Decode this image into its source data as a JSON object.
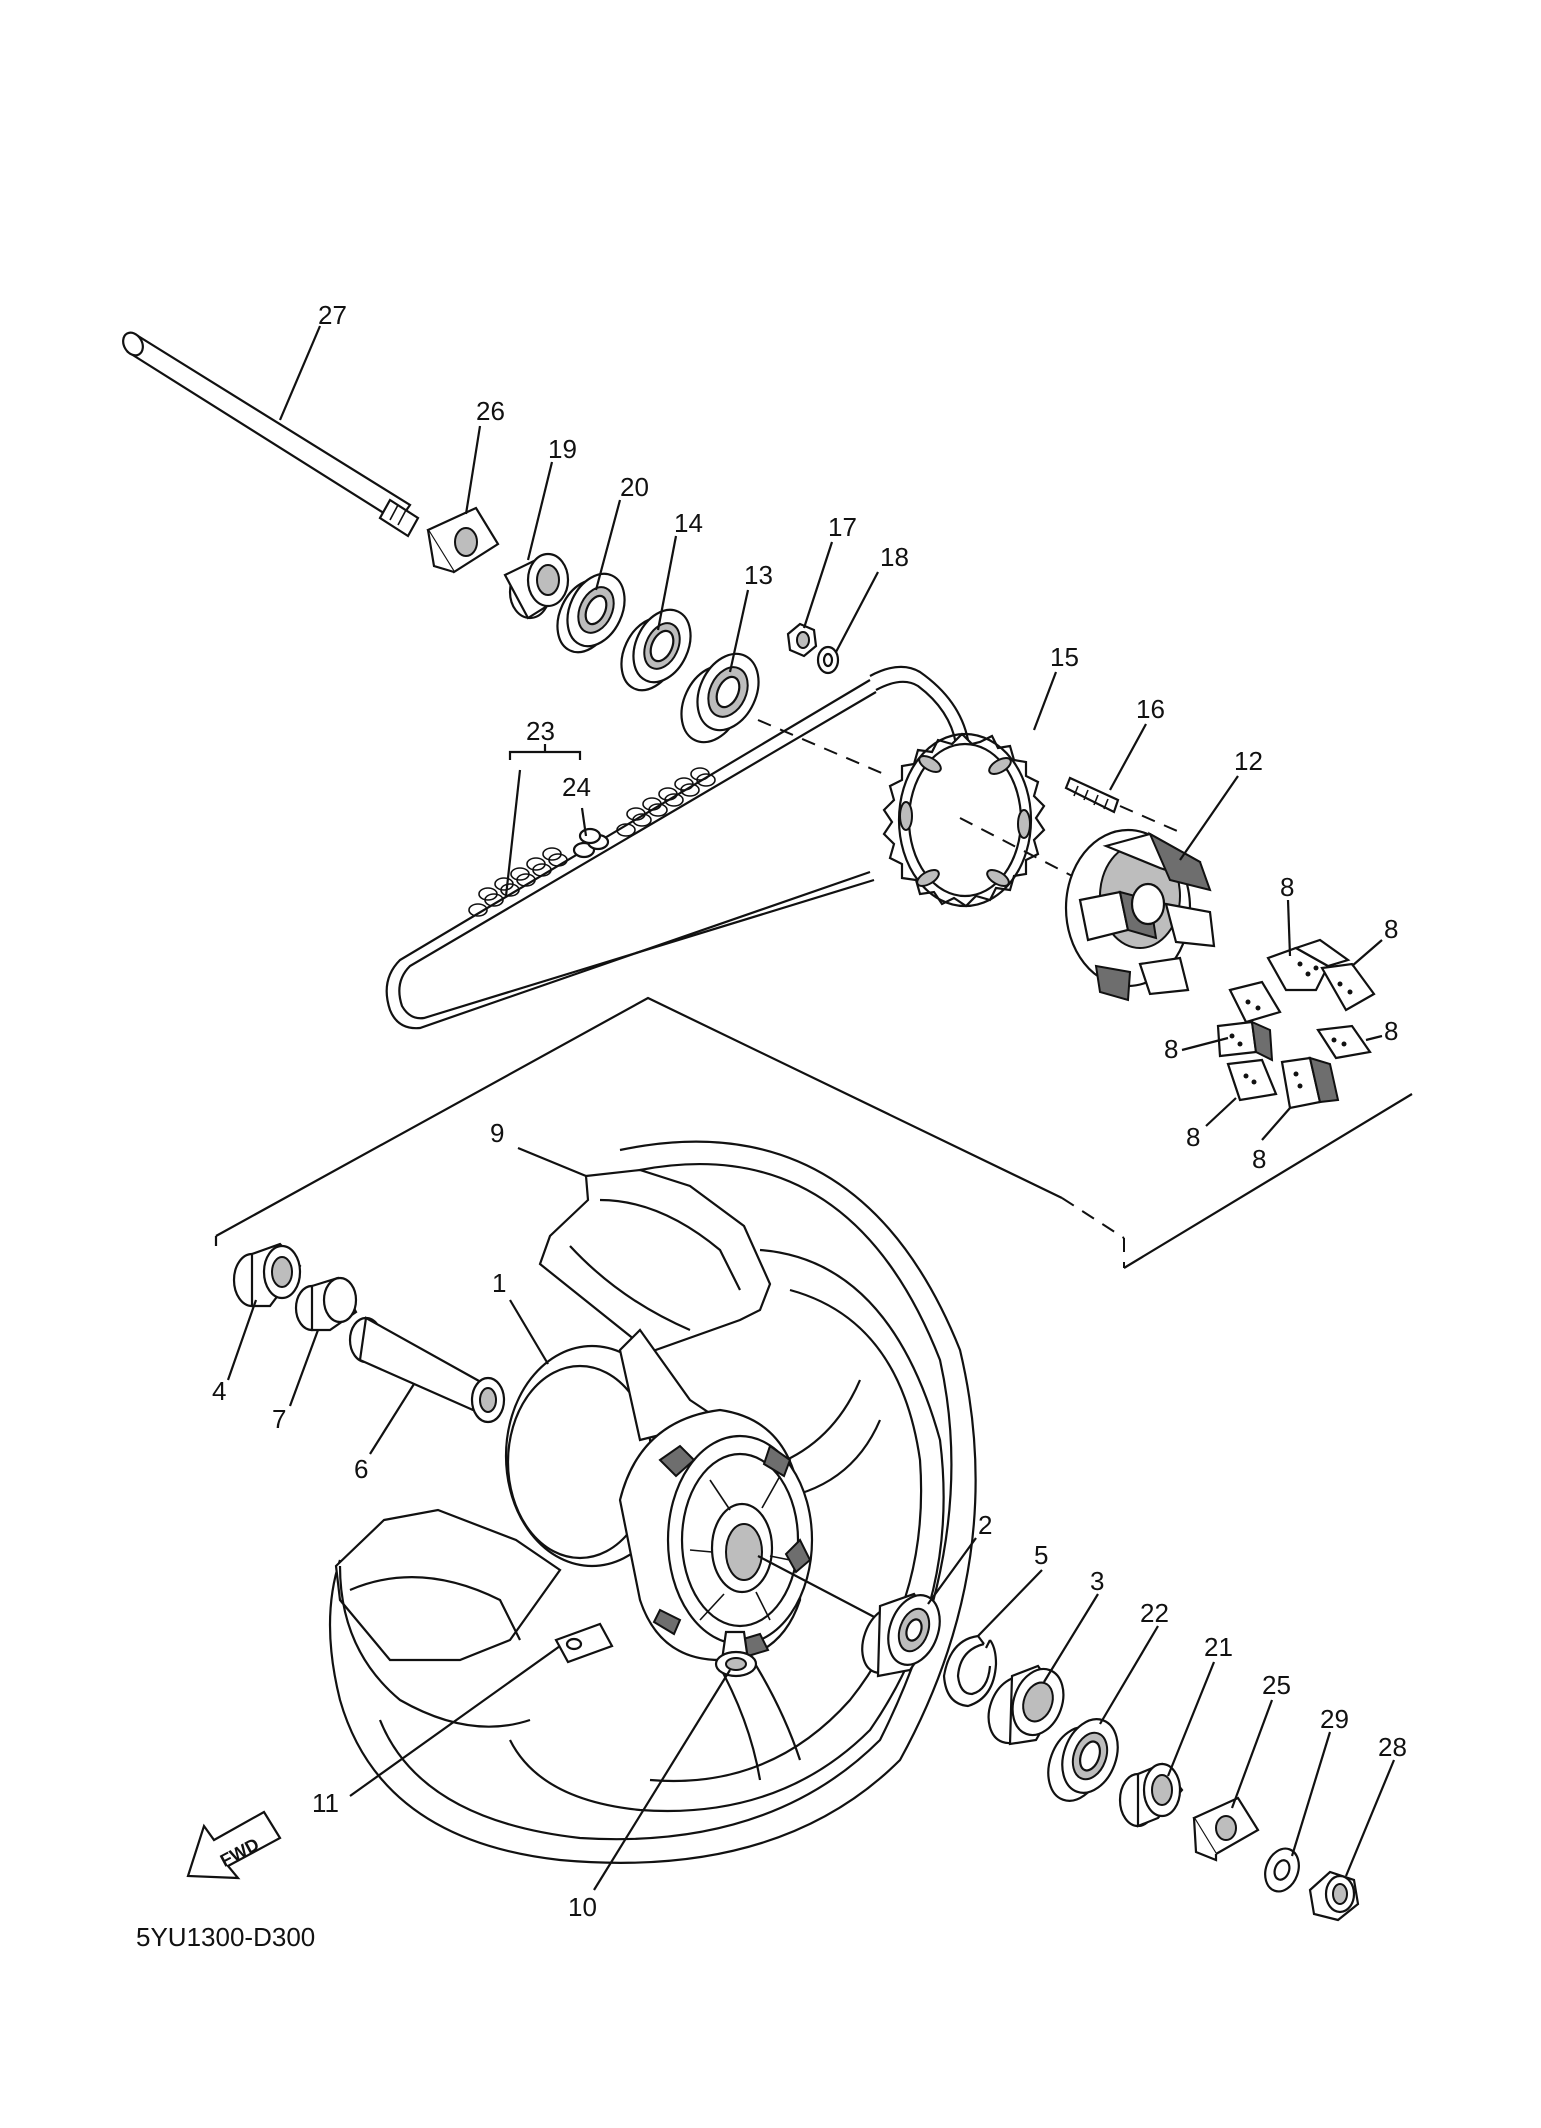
{
  "diagram_code": "5YU1300-D300",
  "direction_marker": {
    "text": "FWD",
    "icon": "fwd-arrow-icon"
  },
  "parts": [
    {
      "id": "27",
      "label": "27"
    },
    {
      "id": "26",
      "label": "26"
    },
    {
      "id": "19",
      "label": "19"
    },
    {
      "id": "20",
      "label": "20"
    },
    {
      "id": "14",
      "label": "14"
    },
    {
      "id": "13",
      "label": "13"
    },
    {
      "id": "17",
      "label": "17"
    },
    {
      "id": "18",
      "label": "18"
    },
    {
      "id": "15",
      "label": "15"
    },
    {
      "id": "16",
      "label": "16"
    },
    {
      "id": "12",
      "label": "12"
    },
    {
      "id": "23",
      "label": "23"
    },
    {
      "id": "24",
      "label": "24"
    },
    {
      "id": "8",
      "label": "8"
    },
    {
      "id": "9",
      "label": "9"
    },
    {
      "id": "1",
      "label": "1"
    },
    {
      "id": "4",
      "label": "4"
    },
    {
      "id": "7",
      "label": "7"
    },
    {
      "id": "6",
      "label": "6"
    },
    {
      "id": "2",
      "label": "2"
    },
    {
      "id": "5",
      "label": "5"
    },
    {
      "id": "3",
      "label": "3"
    },
    {
      "id": "22",
      "label": "22"
    },
    {
      "id": "21",
      "label": "21"
    },
    {
      "id": "25",
      "label": "25"
    },
    {
      "id": "29",
      "label": "29"
    },
    {
      "id": "28",
      "label": "28"
    },
    {
      "id": "11",
      "label": "11"
    },
    {
      "id": "10",
      "label": "10"
    }
  ]
}
